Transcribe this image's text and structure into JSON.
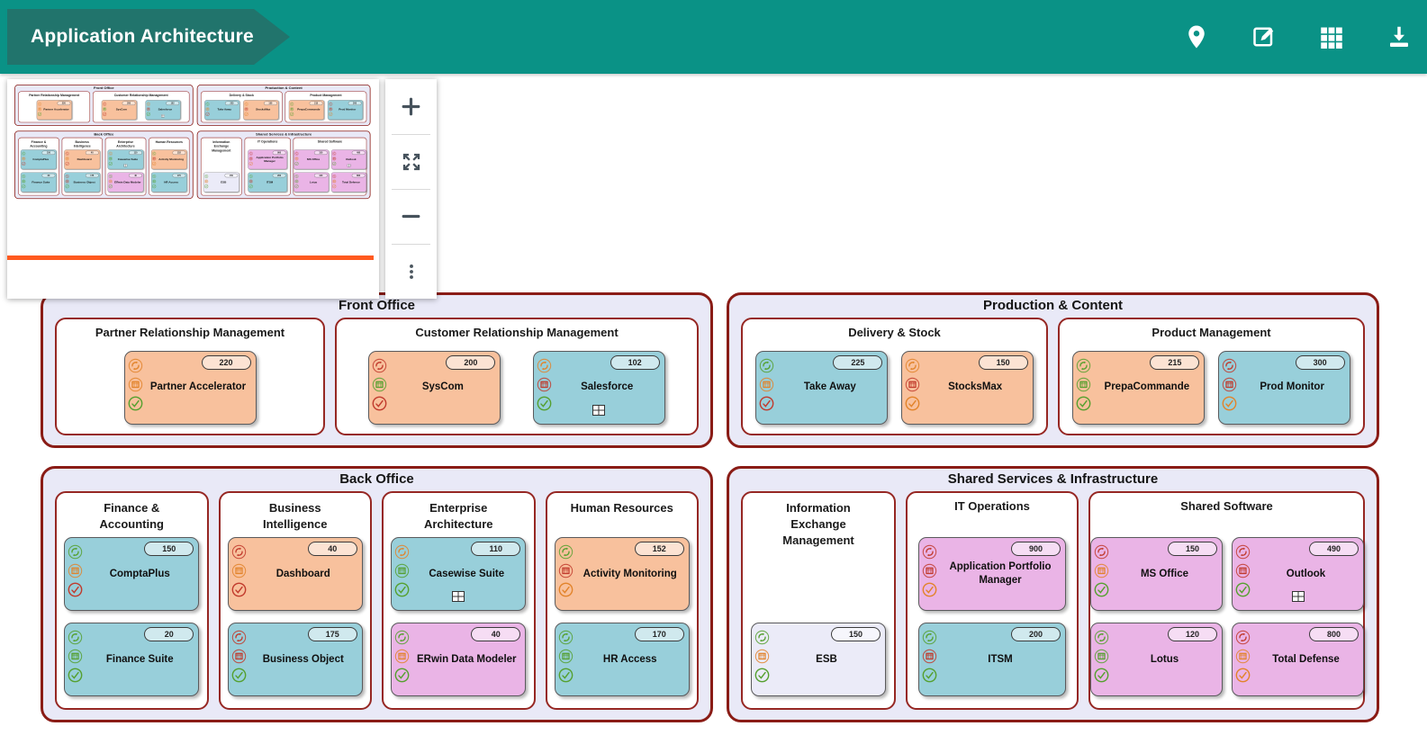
{
  "header": {
    "title": "Application Architecture",
    "icons": [
      {
        "name": "location-pin-icon"
      },
      {
        "name": "edit-icon"
      },
      {
        "name": "grid-view-icon"
      },
      {
        "name": "download-icon"
      }
    ]
  },
  "zoom_controls": {
    "items": [
      {
        "name": "zoom-in",
        "glyph": "plus"
      },
      {
        "name": "fit-to-screen",
        "glyph": "expand"
      },
      {
        "name": "zoom-out",
        "glyph": "minus"
      },
      {
        "name": "more-options",
        "glyph": "kebab"
      }
    ]
  },
  "colors": {
    "header_teal": "#0a9286",
    "banner_teal": "#21746c",
    "group_border": "#8a1c16",
    "subgroup_border": "#962723",
    "group_fill": "#e9e9f7",
    "app_orange": "#f8c19d",
    "app_blue": "#98cfda",
    "app_pink": "#eab4e6",
    "app_lavender": "#ebebf8",
    "icon_green": "#55a02f",
    "icon_orange": "#e2832a",
    "icon_red": "#c13a2c",
    "minimap_viewport_line": "#ff5a1f"
  },
  "diagram": {
    "groups": [
      {
        "title": "Front Office",
        "subgroups": [
          {
            "title": "Partner Relationship Management",
            "layout": "row",
            "apps": [
              {
                "name": "Partner Accelerator",
                "badge": "220",
                "color": "orange",
                "icons": [
                  "orange",
                  "orange",
                  "green"
                ],
                "grid": false
              }
            ]
          },
          {
            "title": "Customer Relationship Management",
            "layout": "row",
            "apps": [
              {
                "name": "SysCom",
                "badge": "200",
                "color": "orange",
                "icons": [
                  "red",
                  "green",
                  "red"
                ],
                "grid": false
              },
              {
                "name": "Salesforce",
                "badge": "102",
                "color": "blue",
                "icons": [
                  "orange",
                  "red",
                  "green"
                ],
                "grid": true
              }
            ]
          }
        ]
      },
      {
        "title": "Production & Content",
        "subgroups": [
          {
            "title": "Delivery & Stock",
            "layout": "row",
            "apps": [
              {
                "name": "Take Away",
                "badge": "225",
                "color": "blue",
                "icons": [
                  "green",
                  "orange",
                  "red"
                ],
                "grid": false
              },
              {
                "name": "StocksMax",
                "badge": "150",
                "color": "orange",
                "icons": [
                  "orange",
                  "red",
                  "orange"
                ],
                "grid": false
              }
            ]
          },
          {
            "title": "Product Management",
            "layout": "row",
            "apps": [
              {
                "name": "PrepaCommande",
                "badge": "215",
                "color": "orange",
                "icons": [
                  "green",
                  "green",
                  "green"
                ],
                "grid": false
              },
              {
                "name": "Prod Monitor",
                "badge": "300",
                "color": "blue",
                "icons": [
                  "red",
                  "red",
                  "orange"
                ],
                "grid": false
              }
            ]
          }
        ]
      },
      {
        "title": "Back Office",
        "subgroups": [
          {
            "title": "Finance & Accounting",
            "layout": "column",
            "apps": [
              {
                "name": "ComptaPlus",
                "badge": "150",
                "color": "blue",
                "icons": [
                  "green",
                  "orange",
                  "red"
                ],
                "grid": false
              },
              {
                "name": "Finance Suite",
                "badge": "20",
                "color": "blue",
                "icons": [
                  "green",
                  "green",
                  "green"
                ],
                "grid": false
              }
            ]
          },
          {
            "title": "Business Intelligence",
            "layout": "column",
            "apps": [
              {
                "name": "Dashboard",
                "badge": "40",
                "color": "orange",
                "icons": [
                  "red",
                  "orange",
                  "red"
                ],
                "grid": false
              },
              {
                "name": "Business Object",
                "badge": "175",
                "color": "blue",
                "icons": [
                  "red",
                  "red",
                  "green"
                ],
                "grid": false
              }
            ]
          },
          {
            "title": "Enterprise Architecture",
            "layout": "column",
            "apps": [
              {
                "name": "Casewise Suite",
                "badge": "110",
                "color": "blue",
                "icons": [
                  "orange",
                  "green",
                  "green"
                ],
                "grid": true
              },
              {
                "name": "ERwin Data Modeler",
                "badge": "40",
                "color": "pink",
                "icons": [
                  "green",
                  "orange",
                  "green"
                ],
                "grid": false
              }
            ]
          },
          {
            "title": "Human Resources",
            "layout": "column",
            "apps": [
              {
                "name": "Activity Monitoring",
                "badge": "152",
                "color": "orange",
                "icons": [
                  "green",
                  "red",
                  "orange"
                ],
                "grid": false
              },
              {
                "name": "HR Access",
                "badge": "170",
                "color": "blue",
                "icons": [
                  "green",
                  "green",
                  "green"
                ],
                "grid": false
              }
            ]
          }
        ]
      },
      {
        "title": "Shared Services & Infrastructure",
        "subgroups": [
          {
            "title": "Information Exchange Management",
            "layout": "column",
            "apps": [
              {
                "name": "ESB",
                "badge": "150",
                "color": "lavender",
                "icons": [
                  "green",
                  "orange",
                  "green"
                ],
                "grid": false
              }
            ]
          },
          {
            "title": "IT Operations",
            "layout": "column",
            "apps": [
              {
                "name": "Application Portfolio Manager",
                "badge": "900",
                "color": "pink",
                "icons": [
                  "red",
                  "red",
                  "orange"
                ],
                "grid": false
              },
              {
                "name": "ITSM",
                "badge": "200",
                "color": "blue",
                "icons": [
                  "green",
                  "red",
                  "green"
                ],
                "grid": false
              }
            ]
          },
          {
            "title": "Shared Software",
            "layout": "grid2",
            "apps": [
              {
                "name": "MS Office",
                "badge": "150",
                "color": "pink",
                "icons": [
                  "red",
                  "orange",
                  "green"
                ],
                "grid": false
              },
              {
                "name": "Outlook",
                "badge": "490",
                "color": "pink",
                "icons": [
                  "red",
                  "red",
                  "green"
                ],
                "grid": true
              },
              {
                "name": "Lotus",
                "badge": "120",
                "color": "pink",
                "icons": [
                  "green",
                  "green",
                  "green"
                ],
                "grid": false
              },
              {
                "name": "Total Defense",
                "badge": "800",
                "color": "pink",
                "icons": [
                  "red",
                  "orange",
                  "orange"
                ],
                "grid": false
              }
            ]
          }
        ]
      }
    ]
  }
}
